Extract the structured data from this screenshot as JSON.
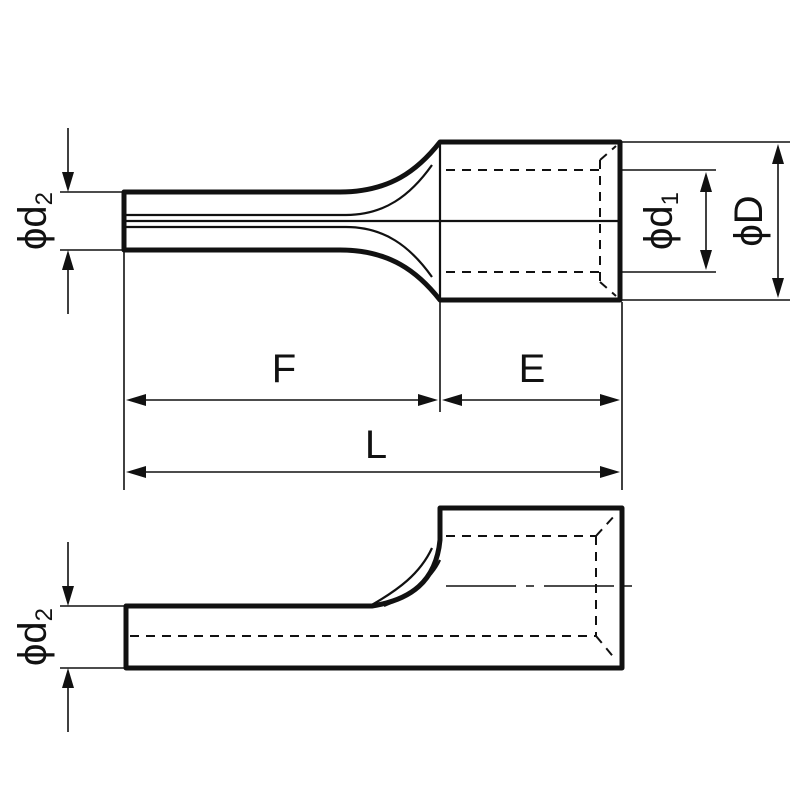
{
  "labels": {
    "top_phi_d2": {
      "phi": "ϕ",
      "d": "d",
      "sub": "2"
    },
    "phi_d1": {
      "phi": "ϕ",
      "d": "d",
      "sub": "1"
    },
    "phi_D": {
      "phi": "ϕ",
      "d": "D"
    },
    "F": "F",
    "E": "E",
    "L": "L",
    "bottom_phi_d2": {
      "phi": "ϕ",
      "d": "d",
      "sub": "2"
    }
  }
}
